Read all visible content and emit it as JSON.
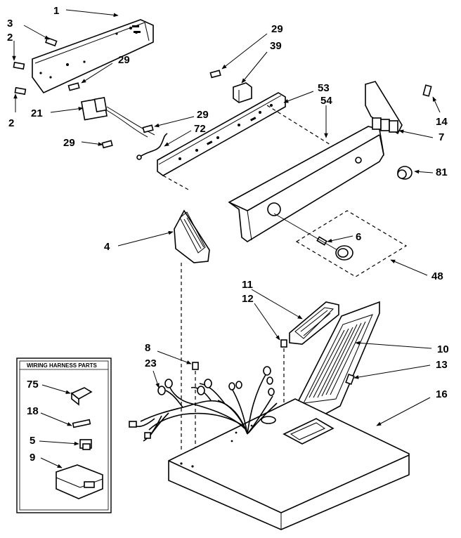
{
  "inset": {
    "title": "WIRING HARNESS PARTS"
  },
  "labels": [
    {
      "id": "l1",
      "text": "1"
    },
    {
      "id": "l3",
      "text": "3"
    },
    {
      "id": "l2a",
      "text": "2"
    },
    {
      "id": "l29a",
      "text": "29"
    },
    {
      "id": "l2b",
      "text": "2"
    },
    {
      "id": "l21",
      "text": "21"
    },
    {
      "id": "l29b",
      "text": "29"
    },
    {
      "id": "l39",
      "text": "39"
    },
    {
      "id": "l53",
      "text": "53"
    },
    {
      "id": "l54",
      "text": "54"
    },
    {
      "id": "l14",
      "text": "14"
    },
    {
      "id": "l7",
      "text": "7"
    },
    {
      "id": "l29c",
      "text": "29"
    },
    {
      "id": "l72",
      "text": "72"
    },
    {
      "id": "l29d",
      "text": "29"
    },
    {
      "id": "l81",
      "text": "81"
    },
    {
      "id": "l4",
      "text": "4"
    },
    {
      "id": "l6",
      "text": "6"
    },
    {
      "id": "l48",
      "text": "48"
    },
    {
      "id": "l11",
      "text": "11"
    },
    {
      "id": "l12",
      "text": "12"
    },
    {
      "id": "l10",
      "text": "10"
    },
    {
      "id": "l8",
      "text": "8"
    },
    {
      "id": "l13",
      "text": "13"
    },
    {
      "id": "l23",
      "text": "23"
    },
    {
      "id": "l16",
      "text": "16"
    },
    {
      "id": "l75",
      "text": "75"
    },
    {
      "id": "l18",
      "text": "18"
    },
    {
      "id": "l5",
      "text": "5"
    },
    {
      "id": "l9",
      "text": "9"
    }
  ]
}
